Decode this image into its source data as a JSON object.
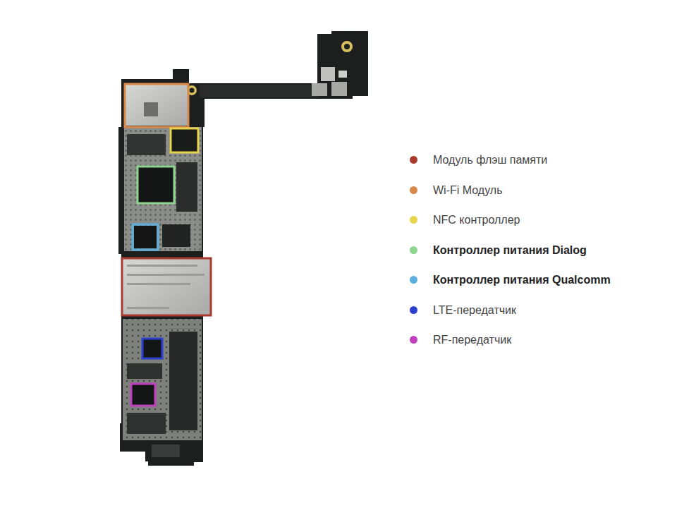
{
  "diagram": {
    "legend": [
      {
        "text": "Модуль флэш памяти",
        "color": "#a83a2e"
      },
      {
        "text": "Wi-Fi Модуль",
        "color": "#d9884a"
      },
      {
        "text": "NFC контроллер",
        "color": "#e6d44a"
      },
      {
        "text": "Контроллер питания Dialog",
        "color": "#8fd48f"
      },
      {
        "text": "Контроллер питания Qualcomm",
        "color": "#5bb0e0"
      },
      {
        "text": "LTE-передатчик",
        "color": "#2b3fd0"
      },
      {
        "text": "RF-передатчик",
        "color": "#c040c0"
      }
    ]
  }
}
